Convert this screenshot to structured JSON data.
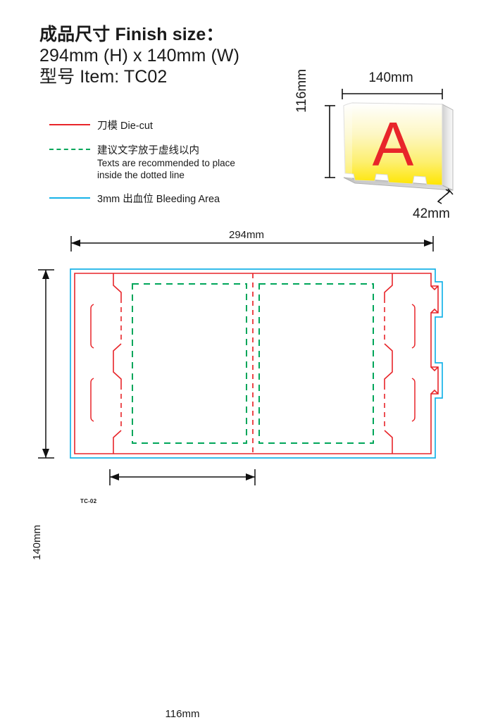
{
  "header": {
    "line1": "成品尺寸 Finish size：",
    "line2": "294mm (H) x 140mm (W)",
    "line3": "型号 Item: TC02"
  },
  "legend": {
    "items": [
      {
        "style": "solid",
        "color": "#e8252a",
        "label": "刀模  Die-cut",
        "sub": ""
      },
      {
        "style": "dashed",
        "color": "#00a65a",
        "label": "建议文字放于虚线以内",
        "sub": "Texts are recommended to place",
        "sub2": "inside the dotted line"
      },
      {
        "style": "solid",
        "color": "#17b3e8",
        "label": "3mm 出血位  Bleeding Area",
        "sub": ""
      }
    ]
  },
  "preview": {
    "letter": "A",
    "width_label": "140mm",
    "height_label": "116mm",
    "depth_label": "42mm",
    "face_gradient_top": "#ffffff",
    "face_gradient_bottom": "#ffe800",
    "letter_color": "#e8252a"
  },
  "dieline": {
    "part_code": "TC-02",
    "width_label": "294mm",
    "height_label": "140mm",
    "panel_label": "116mm",
    "colors": {
      "diecut": "#e8252a",
      "bleed": "#17b3e8",
      "safe": "#00a65a"
    }
  }
}
